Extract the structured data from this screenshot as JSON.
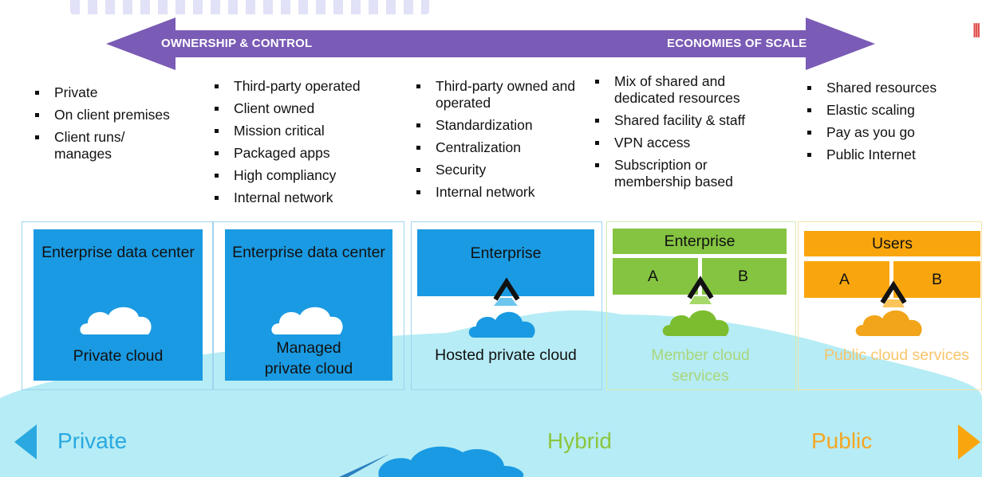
{
  "arrow": {
    "left_label": "OWNERSHIP & CONTROL",
    "right_label": "ECONOMIES OF SCALE"
  },
  "columns": [
    {
      "bullets": [
        "Private",
        "On client premises",
        "Client runs/ manages"
      ]
    },
    {
      "bullets": [
        "Third-party operated",
        "Client owned",
        "Mission critical",
        "Packaged apps",
        "High compliancy",
        "Internal network"
      ]
    },
    {
      "bullets": [
        "Third-party owned and operated",
        "Standardization",
        "Centralization",
        "Security",
        "Internal network"
      ]
    },
    {
      "bullets": [
        "Mix of shared and dedicated resources",
        "Shared facility & staff",
        "VPN access",
        "Subscription or membership based"
      ]
    },
    {
      "bullets": [
        "Shared resources",
        "Elastic scaling",
        "Pay as you go",
        "Public Internet"
      ]
    }
  ],
  "cards": {
    "private": {
      "title": "Enterprise data center",
      "caption": "Private cloud"
    },
    "managed": {
      "title": "Enterprise data center",
      "caption": "Managed private cloud"
    },
    "hosted": {
      "title": "Enterprise",
      "caption": "Hosted private cloud"
    },
    "member": {
      "title": "Enterprise",
      "left": "A",
      "right": "B",
      "caption": "Member cloud services"
    },
    "public": {
      "title": "Users",
      "left": "A",
      "right": "B",
      "caption": "Public cloud services"
    }
  },
  "band": {
    "left": "Private",
    "middle": "Hybrid",
    "right": "Public"
  },
  "colors": {
    "arrow": "#7a5bb5",
    "blue": "#1a9ae2",
    "green": "#85c441",
    "orange": "#f9a60e",
    "band": "#b6ecf5",
    "private_text": "#29a9e0",
    "hybrid_text": "#8cc63f",
    "public_text": "#f5a623"
  }
}
